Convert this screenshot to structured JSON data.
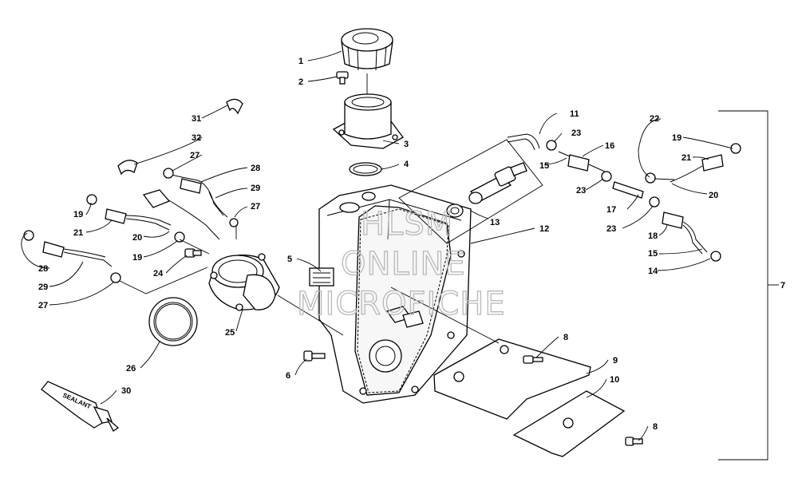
{
  "diagram": {
    "callouts": [
      {
        "id": "c1",
        "text": "1"
      },
      {
        "id": "c2",
        "text": "2"
      },
      {
        "id": "c3",
        "text": "3"
      },
      {
        "id": "c4",
        "text": "4"
      },
      {
        "id": "c5",
        "text": "5"
      },
      {
        "id": "c6",
        "text": "6"
      },
      {
        "id": "c7",
        "text": "7"
      },
      {
        "id": "c8a",
        "text": "8"
      },
      {
        "id": "c8b",
        "text": "8"
      },
      {
        "id": "c9",
        "text": "9"
      },
      {
        "id": "c10",
        "text": "10"
      },
      {
        "id": "c11",
        "text": "11"
      },
      {
        "id": "c12",
        "text": "12"
      },
      {
        "id": "c13",
        "text": "13"
      },
      {
        "id": "c14",
        "text": "14"
      },
      {
        "id": "c15a",
        "text": "15"
      },
      {
        "id": "c15b",
        "text": "15"
      },
      {
        "id": "c16",
        "text": "16"
      },
      {
        "id": "c17",
        "text": "17"
      },
      {
        "id": "c18",
        "text": "18"
      },
      {
        "id": "c19a",
        "text": "19"
      },
      {
        "id": "c19b",
        "text": "19"
      },
      {
        "id": "c19c",
        "text": "19"
      },
      {
        "id": "c20a",
        "text": "20"
      },
      {
        "id": "c20b",
        "text": "20"
      },
      {
        "id": "c21a",
        "text": "21"
      },
      {
        "id": "c21b",
        "text": "21"
      },
      {
        "id": "c22",
        "text": "22"
      },
      {
        "id": "c23a",
        "text": "23"
      },
      {
        "id": "c23b",
        "text": "23"
      },
      {
        "id": "c23c",
        "text": "23"
      },
      {
        "id": "c24",
        "text": "24"
      },
      {
        "id": "c25",
        "text": "25"
      },
      {
        "id": "c26",
        "text": "26"
      },
      {
        "id": "c27a",
        "text": "27"
      },
      {
        "id": "c27b",
        "text": "27"
      },
      {
        "id": "c27c",
        "text": "27"
      },
      {
        "id": "c28a",
        "text": "28"
      },
      {
        "id": "c28b",
        "text": "28"
      },
      {
        "id": "c29a",
        "text": "29"
      },
      {
        "id": "c29b",
        "text": "29"
      },
      {
        "id": "c30",
        "text": "30"
      },
      {
        "id": "c31",
        "text": "31"
      },
      {
        "id": "c32",
        "text": "32"
      }
    ],
    "sealant_label": "SEALANT",
    "watermark": [
      "HLSM",
      "ONLINE",
      "MICROFICHE"
    ]
  }
}
